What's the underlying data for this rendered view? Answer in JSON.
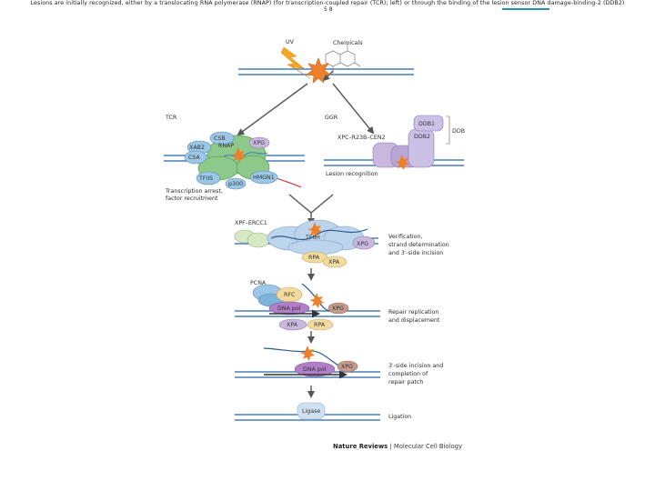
{
  "caption": {
    "text": "Lesions are initially recognized, either by a translocating RNA polymerase (RNAP) (for transcription-coupled repair (TCR); left) or through the binding of the lesion sensor DNA damage-binding-2 (DDB2)",
    "sub": "5 8"
  },
  "figure": {
    "sources": {
      "uv": "UV",
      "chemicals": "Chemicals"
    },
    "pathways": {
      "tcr": "TCR",
      "ggr": "GGR"
    },
    "tcr_proteins": {
      "csb": "CSB",
      "xab2": "XAB2",
      "csa": "CSA",
      "rnap": "RNAP",
      "xpg": "XPG",
      "tfiis": "TFIIS",
      "hmgn1": "HMGN1",
      "p300": "p300"
    },
    "tcr_caption": [
      "Transcription arrest,",
      "factor recruitment"
    ],
    "ggr_proteins": {
      "ddb1": "DDB1",
      "ddb2": "DDB2",
      "ddb": "DDB",
      "xpc_complex": "XPC–R23B–CEN2"
    },
    "ggr_caption": "Lesion recognition",
    "step1": {
      "xpf_ercc1": "XPF–ERCC1",
      "tfiih": "TFIIH",
      "xpg": "XPG",
      "rpa": "RPA",
      "xpa": "XPA",
      "caption": [
        "Verification,",
        "strand determination",
        "and 3′-side incision"
      ]
    },
    "step2": {
      "pcna": "PCNA",
      "rfc": "RFC",
      "dna_pol": "DNA pol",
      "xpg": "XPG",
      "xpa": "XPA",
      "rpa": "RPA",
      "caption": [
        "Repair replication",
        "and displacement"
      ]
    },
    "step3": {
      "dna_pol": "DNA pol",
      "xpg": "XPG",
      "caption": [
        "3′-side incision and",
        "completion of",
        "repair patch"
      ]
    },
    "step4": {
      "ligase": "Ligase",
      "caption": "Ligation"
    },
    "publisher": {
      "name": "Nature Reviews",
      "journal": "Molecular Cell Biology"
    }
  },
  "colors": {
    "dna": "#4a7fb5",
    "lesion": "#f07f2a",
    "tfiih": "#bcd4ec",
    "xpg": "#c9b8de",
    "rpa": "#f3dba0",
    "rnap": "#8cc98a",
    "ddb": "#ccc0e6",
    "ercc1": "#d9e8c4",
    "pcna": "#9cc7e6",
    "ligase": "#cfe0f0",
    "rna": "#c23b3b"
  }
}
